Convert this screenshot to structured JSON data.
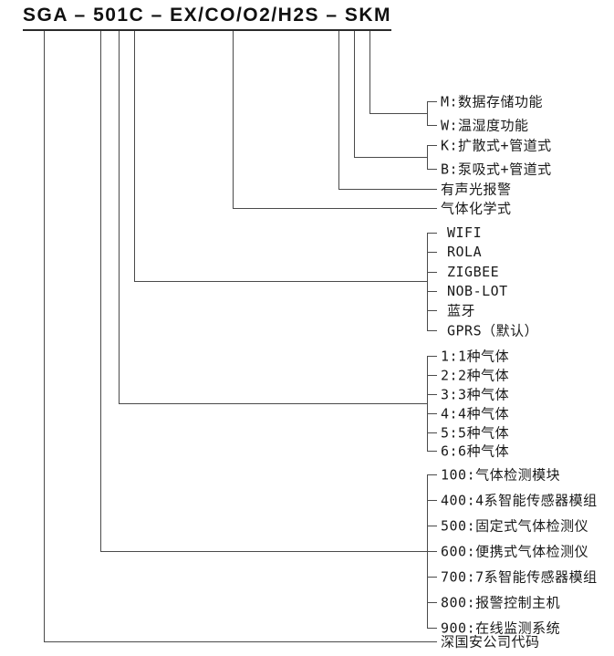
{
  "title": "SGA – 501C – EX/CO/O2/H2S – SKM",
  "legend": {
    "storage_group": [
      "M:数据存储功能",
      "W:温湿度功能"
    ],
    "sampling_group": [
      "K:扩散式+管道式",
      "B:泵吸式+管道式"
    ],
    "alarm": "有声光报警",
    "chemical": "气体化学式",
    "communication_group": [
      "WIFI",
      "ROLA",
      "ZIGBEE",
      "NOB-LOT",
      "蓝牙",
      "GPRS（默认）"
    ],
    "gas_count_group": [
      "1:1种气体",
      "2:2种气体",
      "3:3种气体",
      "4:4种气体",
      "5:5种气体",
      "6:6种气体"
    ],
    "series_group": [
      "100:气体检测模块",
      "400:4系智能传感器模组",
      "500:固定式气体检测仪",
      "600:便携式气体检测仪",
      "700:7系智能传感器模组",
      "800:报警控制主机",
      "900:在线监测系统"
    ],
    "company": "深国安公司代码"
  },
  "colors": {
    "background": "#ffffff",
    "line": "#4a4a4a",
    "text": "#1a1a1a"
  }
}
